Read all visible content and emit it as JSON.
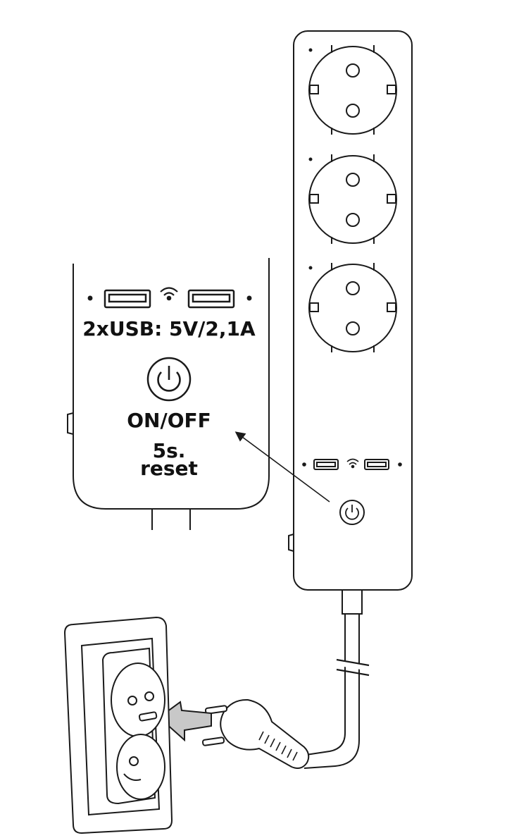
{
  "figure": {
    "usb_label": "2xUSB: 5V/2,1A",
    "button_label": "ON/OFF",
    "reset_label_line1": "5s.",
    "reset_label_line2": "reset"
  },
  "icons": {
    "wifi": "wifi-icon",
    "power": "power-icon",
    "usb": "usb-port-icon",
    "outlet": "schuko-outlet-icon",
    "plug": "schuko-plug-icon",
    "arrow": "insert-arrow-icon"
  },
  "colors": {
    "stroke": "#1a1a1a",
    "arrow_fill": "#c8c8c8",
    "background": "#ffffff"
  }
}
